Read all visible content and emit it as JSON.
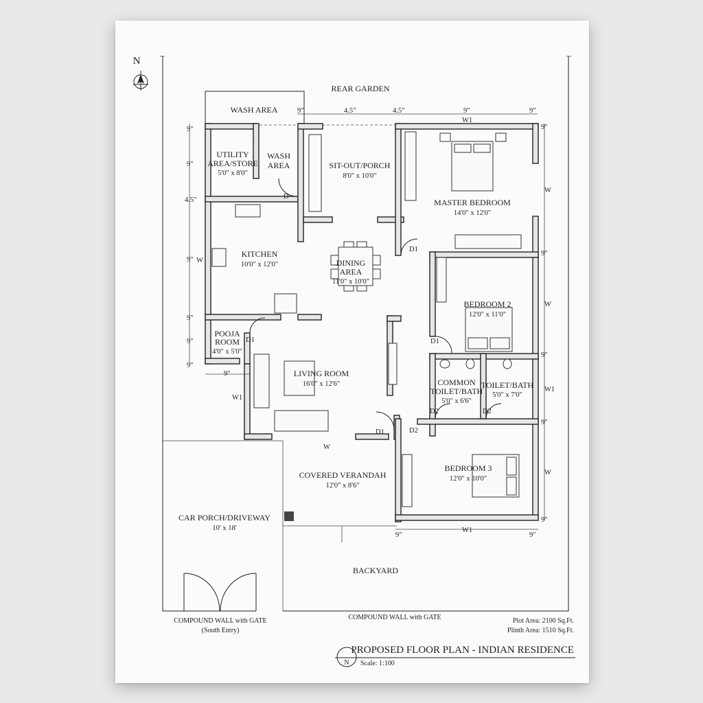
{
  "north": "N",
  "rooms": {
    "rear_garden": "REAR GARDEN",
    "wash_area_top": "WASH AREA",
    "utility_l1": "UTILITY",
    "utility_l2": "AREA/STORE",
    "utility_dim": "5'0\" x 8'0\"",
    "wash_l1": "WASH",
    "wash_l2": "AREA",
    "sitout": "SIT-OUT/PORCH",
    "sitout_dim": "8'0\" x 10'0\"",
    "master": "MASTER BEDROOM",
    "master_dim": "14'0\" x 12'0\"",
    "kitchen": "KITCHEN",
    "kitchen_dim": "10'0\" x 12'0\"",
    "dining_l1": "DINING",
    "dining_l2": "AREA",
    "dining_dim": "11'0\" x 10'0\"",
    "bed2": "BEDROOM 2",
    "bed2_dim": "12'0\" x 11'0\"",
    "pooja_l1": "POOJA",
    "pooja_l2": "ROOM",
    "pooja_dim": "4'0\" x 5'0\"",
    "living": "LIVING ROOM",
    "living_dim": "16'0\" x 12'6\"",
    "common_l1": "COMMON",
    "common_l2": "TOILET/BATH",
    "common_dim": "5'0\" x 6'6\"",
    "toilet": "TOILET/BATH",
    "toilet_dim": "5'0\" x 7'0\"",
    "verandah": "COVERED VERANDAH",
    "verandah_dim": "12'0\" x 8'6\"",
    "bed3": "BEDROOM 3",
    "bed3_dim": "12'0\" x 10'0\"",
    "carporch": "CAR PORCH/DRIVEWAY",
    "carporch_dim": "10' x 18'",
    "backyard": "BACKYARD"
  },
  "openings": {
    "d": "D",
    "d1": "D1",
    "d2": "D2",
    "w": "W",
    "w1": "W1"
  },
  "dims": {
    "nine": "9\"",
    "four_half": "4.5\"",
    "four_half_b": "4.5\"",
    "nine_ft": "9\""
  },
  "compound": {
    "left_l1": "COMPOUND WALL with GATE",
    "left_l2": "(South Entry)",
    "center": "COMPOUND WALL with GATE"
  },
  "areas": {
    "plot": "Plot Area: 2100 Sq.Ft.",
    "plinth": "Plinth Area: 1510 Sq.Ft."
  },
  "title_block": {
    "title": "PROPOSED FLOOR PLAN - INDIAN RESIDENCE",
    "scale": "Scale: 1:100",
    "north": "N"
  }
}
